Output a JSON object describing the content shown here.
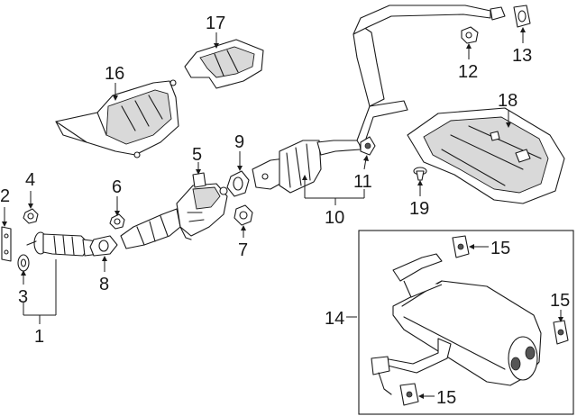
{
  "callouts": {
    "c1": "1",
    "c2": "2",
    "c3": "3",
    "c4": "4",
    "c5": "5",
    "c6": "6",
    "c7": "7",
    "c8": "8",
    "c9": "9",
    "c10": "10",
    "c11": "11",
    "c12": "12",
    "c13": "13",
    "c14": "14",
    "c15a": "15",
    "c15b": "15",
    "c15c": "15",
    "c16": "16",
    "c17": "17",
    "c18": "18",
    "c19": "19"
  }
}
